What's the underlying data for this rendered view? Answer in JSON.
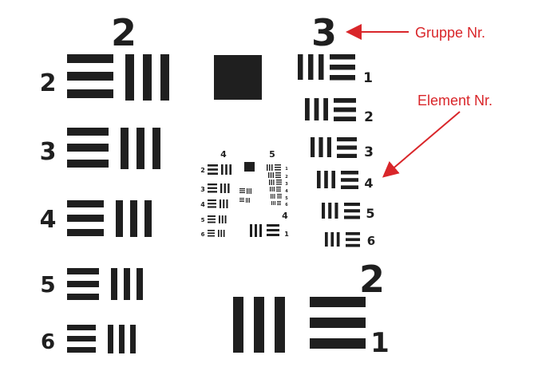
{
  "colors": {
    "ink": "#1f1f1f",
    "annotation": "#d9262a",
    "background": "#ffffff"
  },
  "target": {
    "outer": {
      "group_left": "2",
      "group_right": "3",
      "group_bottom": "2",
      "left_elements": [
        "2",
        "3",
        "4",
        "5",
        "6"
      ],
      "right_elements": [
        "1",
        "2",
        "3",
        "4",
        "5",
        "6"
      ],
      "bottom_element": "1"
    },
    "inner": {
      "group_left": "4",
      "group_right": "5",
      "group_bottom": "4",
      "left_elements": [
        "2",
        "3",
        "4",
        "5",
        "6"
      ],
      "right_elements": [
        "1",
        "2",
        "3",
        "4",
        "5",
        "6"
      ],
      "bottom_element": "1"
    }
  },
  "annotations": {
    "group_label": "Gruppe Nr.",
    "element_label": "Element Nr."
  }
}
